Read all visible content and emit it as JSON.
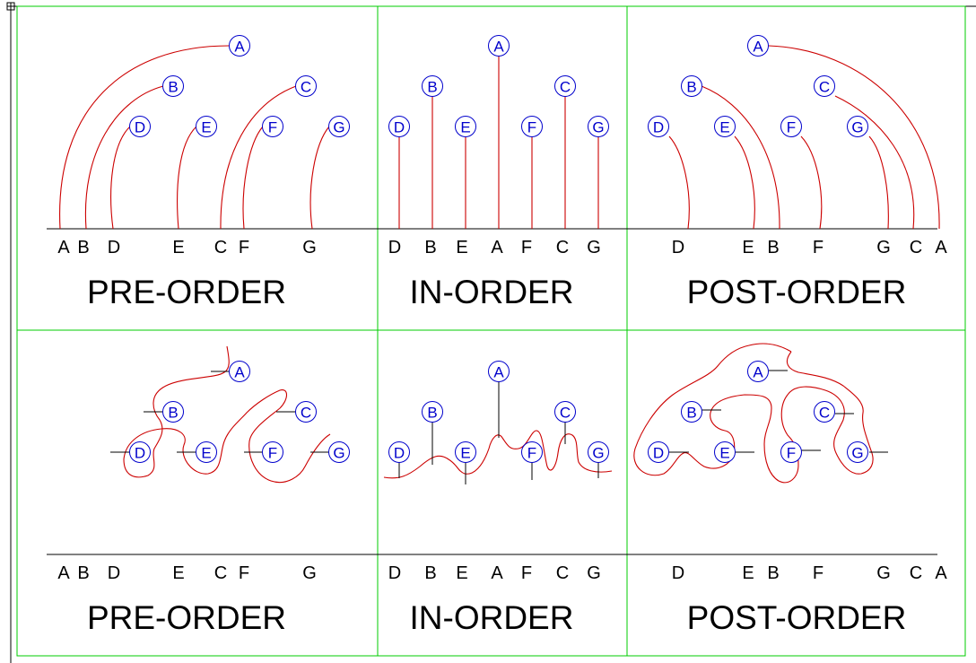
{
  "nodes": [
    "A",
    "B",
    "C",
    "D",
    "E",
    "F",
    "G"
  ],
  "panels": [
    {
      "id": "pre-top",
      "title": "PRE-ORDER",
      "sequence": [
        "A",
        "B",
        "D",
        "E",
        "C",
        "F",
        "G"
      ]
    },
    {
      "id": "in-top",
      "title": "IN-ORDER",
      "sequence": [
        "D",
        "B",
        "E",
        "A",
        "F",
        "C",
        "G"
      ]
    },
    {
      "id": "post-top",
      "title": "POST-ORDER",
      "sequence": [
        "D",
        "E",
        "B",
        "F",
        "G",
        "C",
        "A"
      ]
    },
    {
      "id": "pre-bottom",
      "title": "PRE-ORDER",
      "sequence": [
        "A",
        "B",
        "D",
        "E",
        "C",
        "F",
        "G"
      ]
    },
    {
      "id": "in-bottom",
      "title": "IN-ORDER",
      "sequence": [
        "D",
        "B",
        "E",
        "A",
        "F",
        "C",
        "G"
      ]
    },
    {
      "id": "post-bottom",
      "title": "POST-ORDER",
      "sequence": [
        "D",
        "E",
        "B",
        "F",
        "G",
        "C",
        "A"
      ]
    }
  ],
  "colors": {
    "grid": "#00cc00",
    "curve": "#cc0000",
    "node": "#0000cc",
    "text": "#000000"
  }
}
